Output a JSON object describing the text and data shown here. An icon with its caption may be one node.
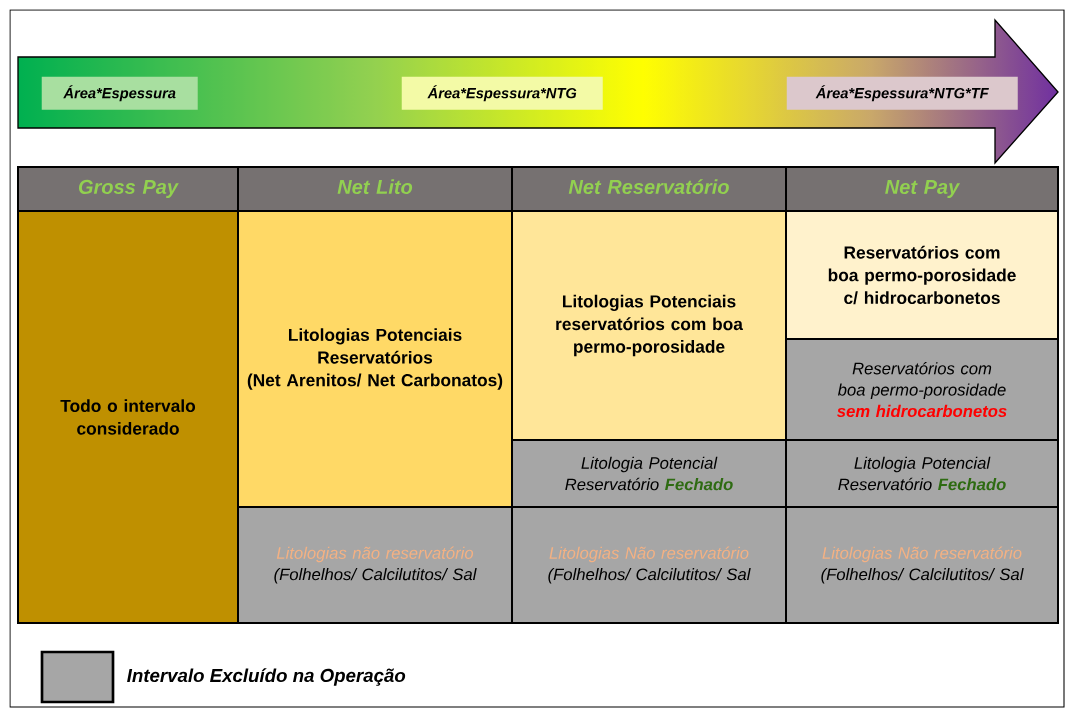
{
  "diagram": {
    "nodes": [
      {
        "text": [],
        "shape": "arrow"
      },
      {
        "text": [
          "Área*Espessura"
        ],
        "in": 0
      },
      {
        "text": [
          "Área*Espessura*NTG"
        ],
        "in": 0
      },
      {
        "text": [
          "Área*Espessura*NTG*TF"
        ],
        "in": 0
      },
      {
        "text": [
          "Gross Pay"
        ]
      },
      {
        "text": [
          "Net Lito"
        ]
      },
      {
        "text": [
          "Net Reservatório"
        ]
      },
      {
        "text": [
          "Net Pay"
        ]
      },
      {
        "text": [
          "Todo o intervalo considerado"
        ]
      },
      {
        "text": [
          "Litologias Potenciais Reservatórios",
          "(Net Arenitos/ Net Carbonatos)"
        ]
      },
      {
        "text": [
          "Litologias Potenciais reservatórios com boa permo-porosidade"
        ]
      },
      {
        "text": [
          "Reservatórios com boa permo-porosidade c/ hidrocarbonetos"
        ]
      },
      {
        "text": [
          "Reservatórios com boa permo-porosidade",
          "sem hidrocarbonetos"
        ]
      },
      {
        "text": [
          "Litologia Potencial Reservatório",
          "Fechado"
        ]
      },
      {
        "text": [
          "Litologia Potencial Reservatório",
          "Fechado"
        ]
      },
      {
        "text": [
          "Litologias não reservatório",
          "(Folhelhos/ Calcilutitos/ Sal"
        ]
      },
      {
        "text": [
          "Litologias Não reservatório",
          "(Folhelhos/ Calcilutitos/ Sal"
        ]
      },
      {
        "text": [
          "Litologias Não reservatório",
          "(Folhelhos/ Calcilutitos/ Sal"
        ]
      }
    ],
    "legend": [
      {
        "text": "Intervalo Excluído na Operação",
        "color": "#a6a6a6"
      }
    ]
  }
}
